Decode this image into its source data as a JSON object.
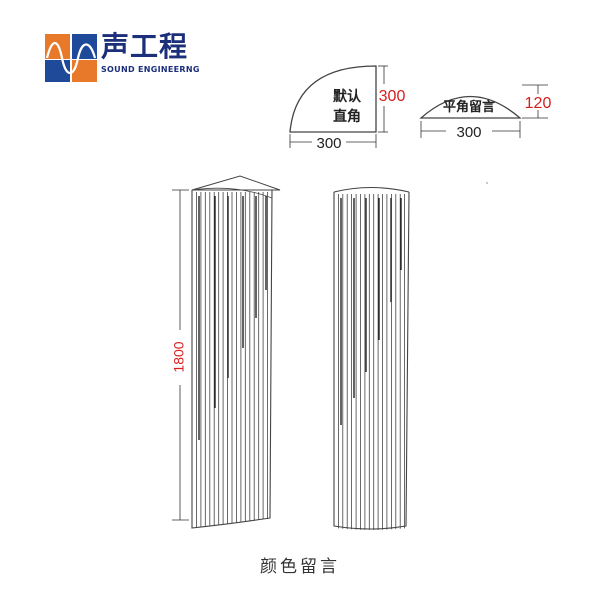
{
  "brand": {
    "name": "声工程",
    "subtitle": "SOUND ENGINEERNG",
    "colors": {
      "orange": "#e8782a",
      "blue": "#1f4a9a",
      "wave": "#ffffff"
    }
  },
  "corner_shapes": {
    "quarter": {
      "label_line1": "默认",
      "label_line2": "直角",
      "width": "300",
      "depth": "300"
    },
    "half": {
      "label": "平角留言",
      "width": "300",
      "depth": "120"
    }
  },
  "columns": {
    "height": "1800"
  },
  "caption": "颜色留言",
  "colors": {
    "dimension": "#d81e1e",
    "line": "#444444",
    "text": "#222222"
  }
}
